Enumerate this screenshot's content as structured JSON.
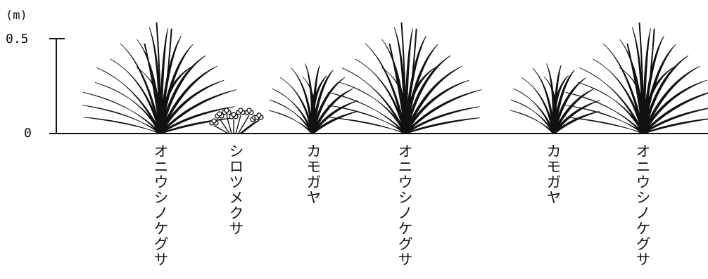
{
  "scale": {
    "unit": "(m)",
    "top_label": "0.5",
    "zero_label": "0"
  },
  "plants": [
    {
      "species": "オニウシノケグサ",
      "type": "tall-grass"
    },
    {
      "species": "シロツメクサ",
      "type": "clover"
    },
    {
      "species": "カモガヤ",
      "type": "short-grass"
    },
    {
      "species": "オニウシノケグサ",
      "type": "tall-grass"
    },
    {
      "species": "カモガヤ",
      "type": "short-grass"
    },
    {
      "species": "オニウシノケグサ",
      "type": "tall-grass"
    }
  ],
  "colors": {
    "ink": "#111111",
    "background": "#ffffff"
  }
}
